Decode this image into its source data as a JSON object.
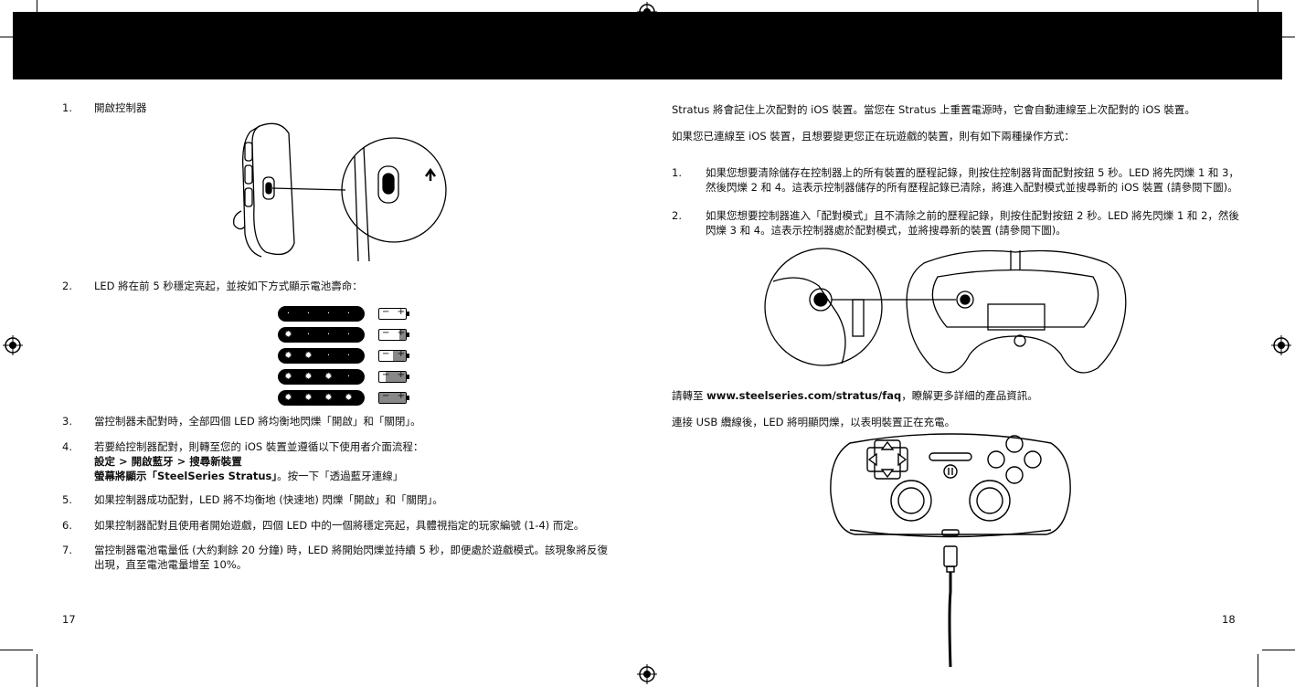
{
  "left_page": {
    "step1": {
      "num": "1.",
      "text": "開啟控制器"
    },
    "step2": {
      "num": "2.",
      "text": "LED 將在前 5 秒穩定亮起，並按如下方式顯示電池壽命："
    },
    "step3": {
      "num": "3.",
      "text": "當控制器未配對時，全部四個 LED 將均衡地閃爍「開啟」和「關閉」。"
    },
    "step4": {
      "num": "4.",
      "text": "若要給控制器配對，則轉至您的 iOS 裝置並遵循以下使用者介面流程：",
      "line2": "設定 > 開啟藍牙 > 搜尋新裝置",
      "line3_bold": "螢幕將顯示「SteelSeries Stratus」",
      "line3_rest": "。按一下「透過藍牙連線」"
    },
    "step5": {
      "num": "5.",
      "text": "如果控制器成功配對，LED 將不均衡地 (快速地) 閃爍「開啟」和「關閉」。"
    },
    "step6": {
      "num": "6.",
      "text": "如果控制器配對且使用者開始遊戲，四個 LED 中的一個將穩定亮起，具體視指定的玩家編號 (1-4) 而定。"
    },
    "step7": {
      "num": "7.",
      "text": "當控制器電池電量低 (大約剩餘 20 分鐘) 時，LED 將開始閃爍並持續 5 秒，即便處於遊戲模式。該現象將反復",
      "line2": "出現，直至電池電量增至 10%。"
    },
    "page_number": "17"
  },
  "right_page": {
    "para1": "Stratus 將會記住上次配對的 iOS 裝置。當您在 Stratus 上重置電源時，它會自動連線至上次配對的 iOS 裝置。",
    "para2": "如果您已連線至 iOS 裝置，且想要變更您正在玩遊戲的裝置，則有如下兩種操作方式：",
    "item1": {
      "num": "1.",
      "text": "如果您想要清除儲存在控制器上的所有裝置的歷程記錄，則按住控制器背面配對按鈕 5 秒。LED 將先閃爍 1 和 3，然後閃爍 2 和 4。這表示控制器儲存的所有歷程記錄已清除，將進入配對模式並搜尋新的 iOS 裝置 (請參閱下圖)。"
    },
    "item2": {
      "num": "2.",
      "text": "如果您想要控制器進入「配對模式」且不清除之前的歷程記錄，則按住配對按鈕 2 秒。LED 將先閃爍 1 和 2，然後閃爍 3 和 4。這表示控制器處於配對模式，並將搜尋新的裝置 (請參閱下圖)。"
    },
    "faq_prefix": "請轉至 ",
    "faq_url": "www.steelseries.com/stratus/faq",
    "faq_suffix": "，瞭解更多詳細的產品資訊。",
    "usb_text": "連接 USB 纜線後，LED 將明顯閃爍，以表明裝置正在充電。",
    "page_number": "18"
  },
  "battery_levels": [
    0,
    0.25,
    0.5,
    0.75,
    1.0
  ],
  "lit_leds": [
    0,
    1,
    2,
    3,
    4
  ]
}
